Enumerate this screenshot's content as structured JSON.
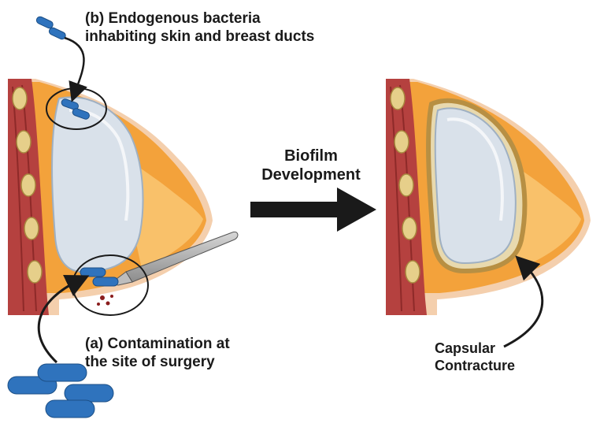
{
  "labels": {
    "endogenous": [
      "(b) Endogenous bacteria",
      "inhabiting skin and breast ducts"
    ],
    "contamination": [
      "(a) Contamination at",
      "the site of surgery"
    ],
    "process": [
      "Biofilm",
      "Development"
    ],
    "outcome": [
      "Capsular",
      "Contracture"
    ]
  },
  "colors": {
    "muscle": "#b5413f",
    "rib": "#e6cf8a",
    "fat": "#f3a23b",
    "skin": "#f4cfad",
    "implant": "#d9e1ea",
    "bacteria": "#2f73bd",
    "capsule": "#b78f43",
    "blood": "#8a1d1d"
  },
  "icons": [
    "bacteria-icon",
    "scalpel-icon",
    "arrow-right-icon",
    "breast-implant-icon"
  ]
}
